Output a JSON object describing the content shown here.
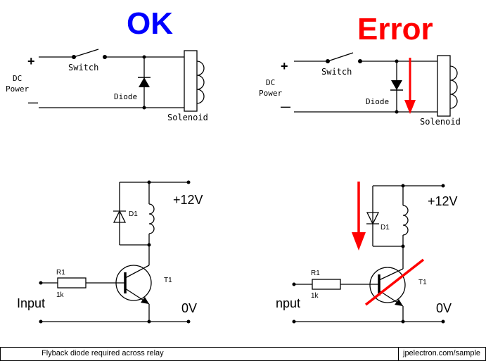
{
  "colors": {
    "ok": "#0000ff",
    "error": "#ff0000",
    "line": "#000000"
  },
  "top_left": {
    "heading": "OK",
    "plus": "+",
    "minus": "—",
    "power_line1": "DC",
    "power_line2": "Power",
    "switch_label": "Switch",
    "diode_label": "Diode",
    "solenoid_label": "Solenoid"
  },
  "top_right": {
    "heading": "Error",
    "plus": "+",
    "minus": "—",
    "power_line1": "DC",
    "power_line2": "Power",
    "switch_label": "Switch",
    "diode_label": "Diode",
    "solenoid_label": "Solenoid"
  },
  "bottom_left": {
    "supply": "+12V",
    "ground": "0V",
    "diode_ref": "D1",
    "resistor_ref": "R1",
    "resistor_value": "1k",
    "transistor_ref": "T1",
    "input_label": "Input"
  },
  "bottom_right": {
    "supply": "+12V",
    "ground": "0V",
    "diode_ref": "D1",
    "resistor_ref": "R1",
    "resistor_value": "1k",
    "transistor_ref": "T1",
    "input_label": "nput"
  },
  "footer": {
    "caption": "Flyback diode required across relay",
    "site": "jpelectron.com/sample"
  }
}
